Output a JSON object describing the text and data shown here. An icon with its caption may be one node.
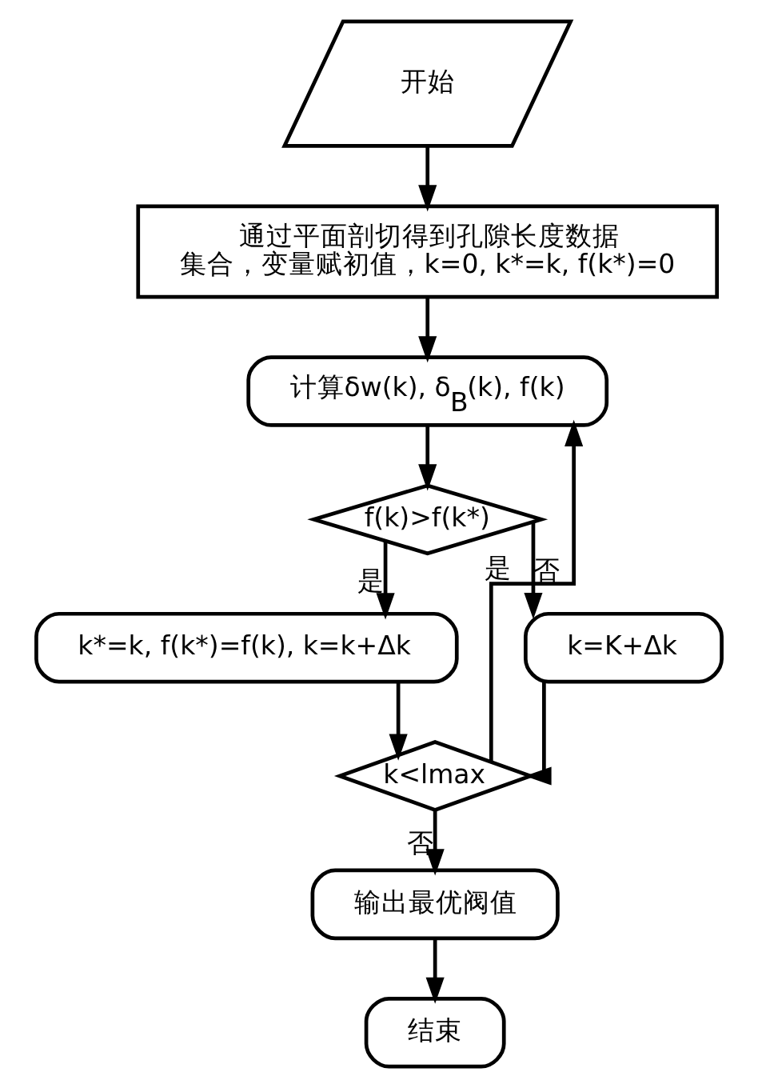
{
  "diagram": {
    "nodes": [
      {
        "text": [
          "开始"
        ]
      },
      {
        "text": [
          "通过平面剖切得到孔隙长度数据集合，变量赋初值，k=0, k*=k, f(k*)=0"
        ]
      },
      {
        "text": [
          "计算δw(k), δ$_{B}$(k), f(k)"
        ]
      },
      {
        "text": [
          "f(k)>f(k*)"
        ]
      },
      {
        "text": [
          "k*=k, f(k*)=f(k), k=k+Δk"
        ]
      },
      {
        "text": [
          "k=K+Δk"
        ]
      },
      {
        "text": [
          "k<lmax"
        ]
      },
      {
        "text": [
          "输出最优阀值"
        ]
      },
      {
        "text": [
          "结束"
        ]
      }
    ],
    "edges": [
      {
        "from": 0,
        "to": 1,
        "arrow": "to"
      },
      {
        "from": 1,
        "to": 2,
        "arrow": "to"
      },
      {
        "from": 2,
        "to": 3,
        "arrow": "to"
      },
      {
        "from": 3,
        "to": 4,
        "arrow": "to",
        "label": "是"
      },
      {
        "from": 3,
        "to": 5,
        "arrow": "to",
        "label": "否"
      },
      {
        "from": 4,
        "to": 6,
        "arrow": "to"
      },
      {
        "from": 5,
        "to": 6,
        "arrow": "to"
      },
      {
        "from": 6,
        "to": 2,
        "arrow": "to",
        "label": "是"
      },
      {
        "from": 6,
        "to": 7,
        "arrow": "to",
        "label": "否"
      },
      {
        "from": 7,
        "to": 8,
        "arrow": "to"
      }
    ]
  }
}
